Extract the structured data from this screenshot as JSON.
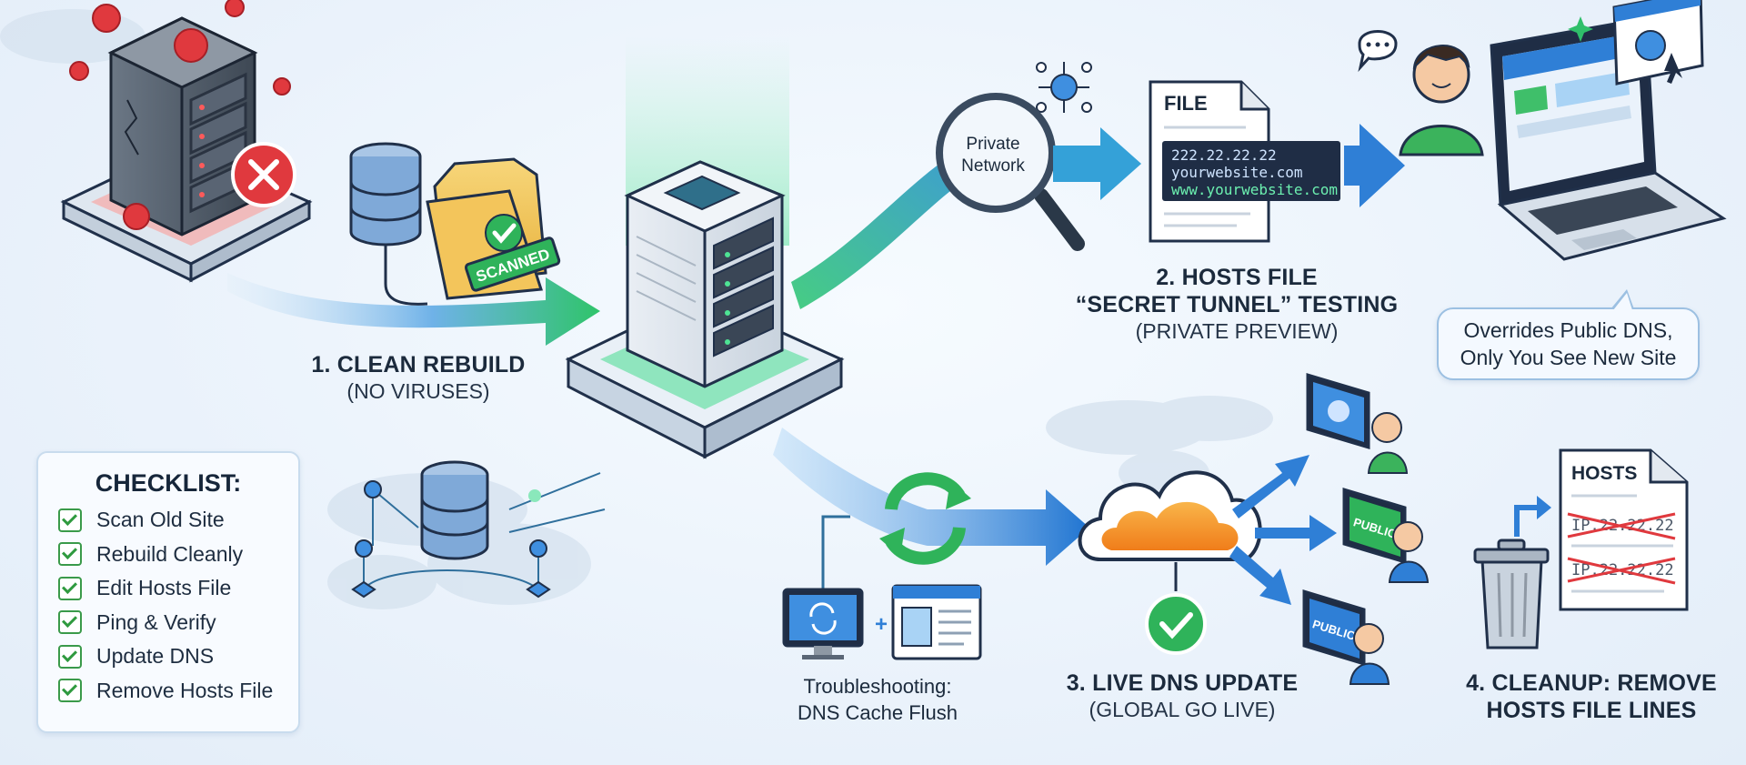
{
  "colors": {
    "green": "#2fbf6a",
    "blue": "#2f7fd6",
    "red": "#e0393e",
    "orange": "#f58a1f",
    "navy": "#1f2d45"
  },
  "steps": {
    "clean_rebuild": {
      "title": "1. CLEAN REBUILD",
      "subtitle": "(NO VIRUSES)"
    },
    "hosts_testing": {
      "title_line1": "2. HOSTS FILE",
      "title_line2": "“SECRET TUNNEL” TESTING",
      "subtitle": "(PRIVATE PREVIEW)"
    },
    "live_dns": {
      "title": "3. LIVE DNS UPDATE",
      "subtitle": "(GLOBAL GO LIVE)"
    },
    "cleanup": {
      "title_line1": "4. CLEANUP: REMOVE",
      "title_line2": "HOSTS FILE LINES"
    }
  },
  "scanned_tag": "SCANNED",
  "magnifier_text_line1": "Private",
  "magnifier_text_line2": "Network",
  "hosts_file": {
    "header": "FILE",
    "lines": [
      "222.22.22.22",
      "yourwebsite.com",
      "www.yourwebsite.com"
    ]
  },
  "bubble": {
    "line1": "Overrides Public DNS,",
    "line2": "Only You See New Site"
  },
  "troubleshooting": {
    "line1": "Troubleshooting:",
    "line2": "DNS Cache Flush"
  },
  "public_label": "PUBLIC",
  "cleanup_file": {
    "header": "HOSTS",
    "lines": [
      "IP.22.22.22",
      "IP.22.22.22"
    ]
  },
  "checklist": {
    "title": "CHECKLIST:",
    "items": [
      "Scan Old Site",
      "Rebuild Cleanly",
      "Edit Hosts File",
      "Ping & Verify",
      "Update DNS",
      "Remove Hosts File"
    ]
  }
}
